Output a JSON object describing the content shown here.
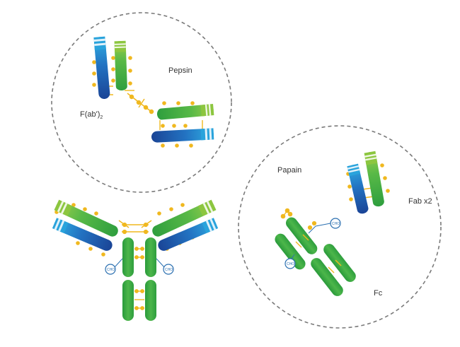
{
  "labels": {
    "pepsin": "Pepsin",
    "fab2_main": "F(ab')",
    "fab2_sub": "2",
    "papain": "Papain",
    "fab_x2": "Fab x2",
    "fc": "Fc",
    "cho": "CHO"
  },
  "colors": {
    "green_dark": "#2e9e3e",
    "green_light": "#8cc63f",
    "blue_dark": "#1f4e9c",
    "blue_light": "#29a3dc",
    "disulfide": "#f0b81f",
    "circle_stroke": "#7a7a7a",
    "cho_stroke": "#2a6fb0"
  }
}
